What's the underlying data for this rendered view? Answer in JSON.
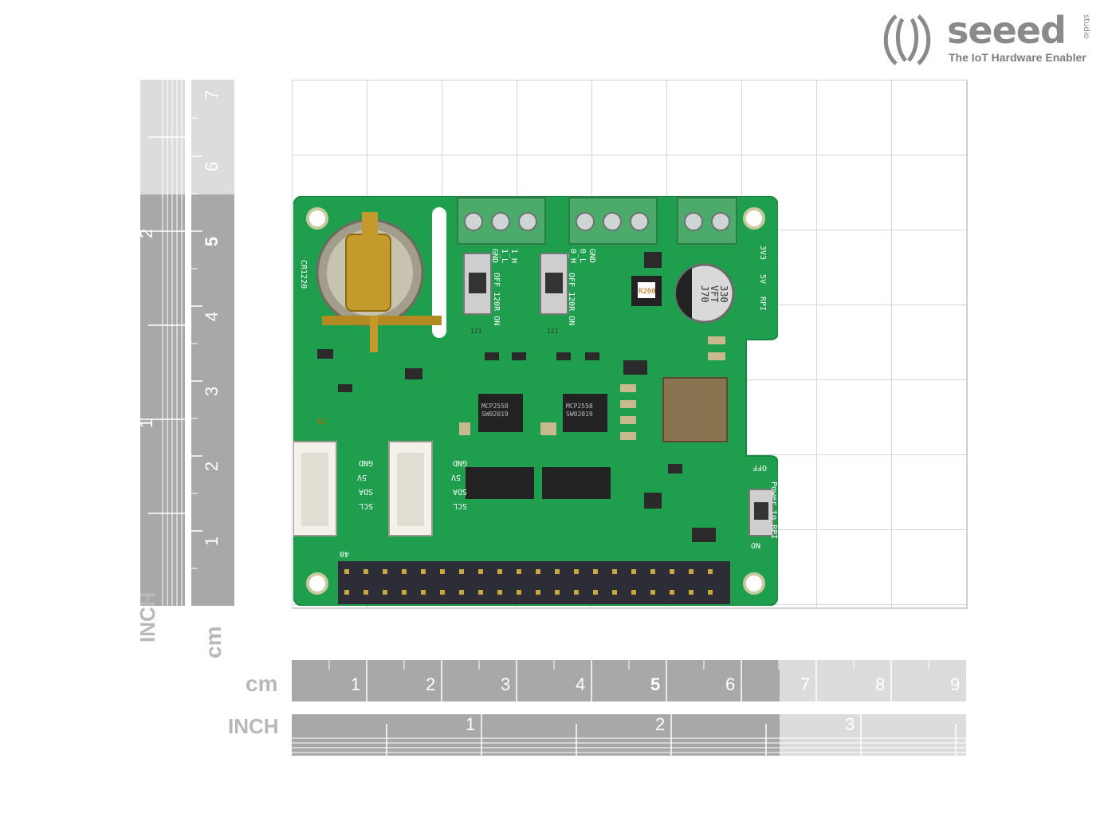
{
  "logo": {
    "brand": "seeed",
    "studio": "studio",
    "tagline": "The IoT Hardware Enabler"
  },
  "rulers": {
    "vertical_inch_label": "INCH",
    "vertical_cm_label": "cm",
    "horizontal_cm_label": "cm",
    "horizontal_inch_label": "INCH",
    "vertical_cm_ticks": [
      "7",
      "6",
      "5",
      "4",
      "3",
      "2",
      "1"
    ],
    "vertical_inch_ticks": [
      "2",
      "1"
    ],
    "horizontal_cm_ticks": [
      "1",
      "2",
      "3",
      "4",
      "5",
      "6",
      "7",
      "8",
      "9"
    ],
    "horizontal_inch_ticks": [
      "1",
      "2",
      "3"
    ]
  },
  "board": {
    "battery_label": "CR1220",
    "switch1_label": "OFF 120R ON",
    "switch2_label": "OFF 120R ON",
    "terminal1_labels": [
      "GND",
      "1_L",
      "1_H"
    ],
    "terminal2_labels": [
      "0_H",
      "0_L",
      "GND"
    ],
    "led_labels": [
      "3V3",
      "5V",
      "RPI"
    ],
    "capacitor_text": [
      "330",
      "VFT",
      "J70"
    ],
    "inductor_text": "R200",
    "chip1_text": [
      "MCP2558",
      "SW02019"
    ],
    "chip2_text": [
      "MCP2558",
      "SW02019"
    ],
    "grove_labels": [
      "GND",
      "5V",
      "SDA",
      "SCL"
    ],
    "power_switch_labels": [
      "OFF",
      "Power to RPI",
      "ON"
    ],
    "resistor_121": "121",
    "rz_label": "RZ",
    "header_number": "40"
  },
  "colors": {
    "pcb_green": "#1f9e4e",
    "terminal_green": "#4caa6a",
    "ruler_dark": "#a8a8a8",
    "ruler_light": "#dcdcdc",
    "logo_gray": "#8a8a8a"
  }
}
